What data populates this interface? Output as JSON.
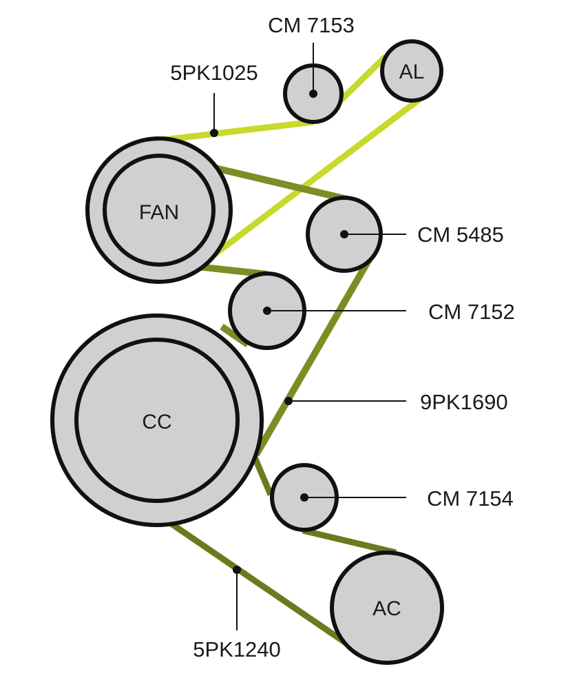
{
  "colors": {
    "belt_light": "#c8d92e",
    "belt_dark": "#7d8c25",
    "pulley_fill": "#d0d0d0",
    "pulley_outline": "#111111"
  },
  "pulleys": {
    "al": "AL",
    "fan": "FAN",
    "cc": "CC",
    "ac": "AC"
  },
  "callouts": {
    "cm7153": "CM 7153",
    "belt_5pk1025": "5PK1025",
    "cm5485": "CM 5485",
    "cm7152": "CM 7152",
    "belt_9pk1690": "9PK1690",
    "cm7154": "CM 7154",
    "belt_5pk1240": "5PK1240"
  }
}
